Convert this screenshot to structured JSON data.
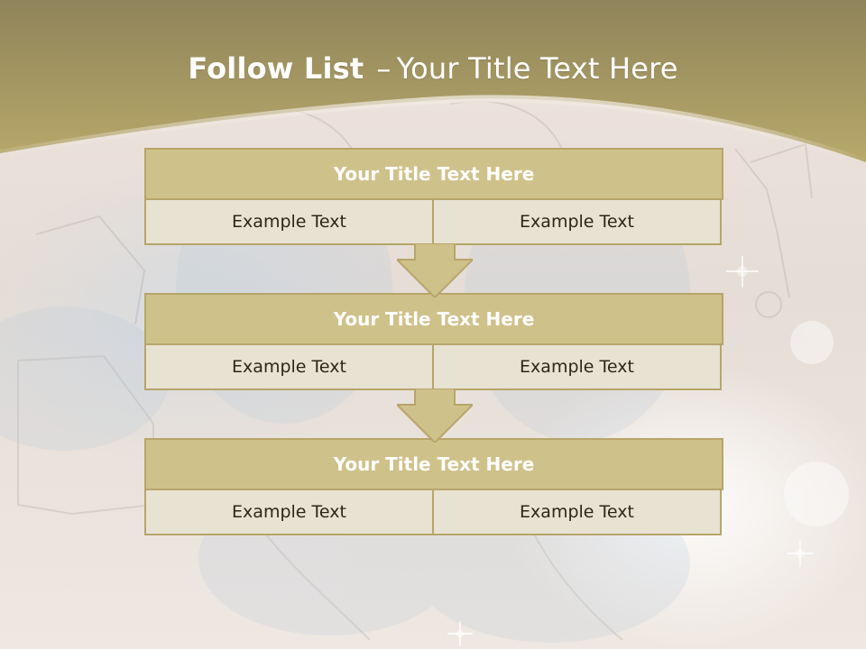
{
  "slide": {
    "title_bold": "Follow List",
    "title_separator": "–",
    "title_rest": "Your Title Text Here"
  },
  "colors": {
    "header_band": "#b8a96a",
    "header_band_dark": "#8f845a",
    "box_title_fill": "#cfc18a",
    "box_border": "#b7a56a",
    "box_text_fill": "#e8e2d3",
    "arrow_fill": "#cfc18a",
    "arrow_stroke": "#b7a56a"
  },
  "flow": [
    {
      "title": "Your Title Text Here",
      "left_text": "Example Text",
      "right_text": "Example Text"
    },
    {
      "title": "Your Title Text Here",
      "left_text": "Example Text",
      "right_text": "Example Text"
    },
    {
      "title": "Your Title Text Here",
      "left_text": "Example Text",
      "right_text": "Example Text"
    }
  ],
  "icons": {
    "arrow": "down-arrow-icon",
    "background": "illustration-background"
  }
}
